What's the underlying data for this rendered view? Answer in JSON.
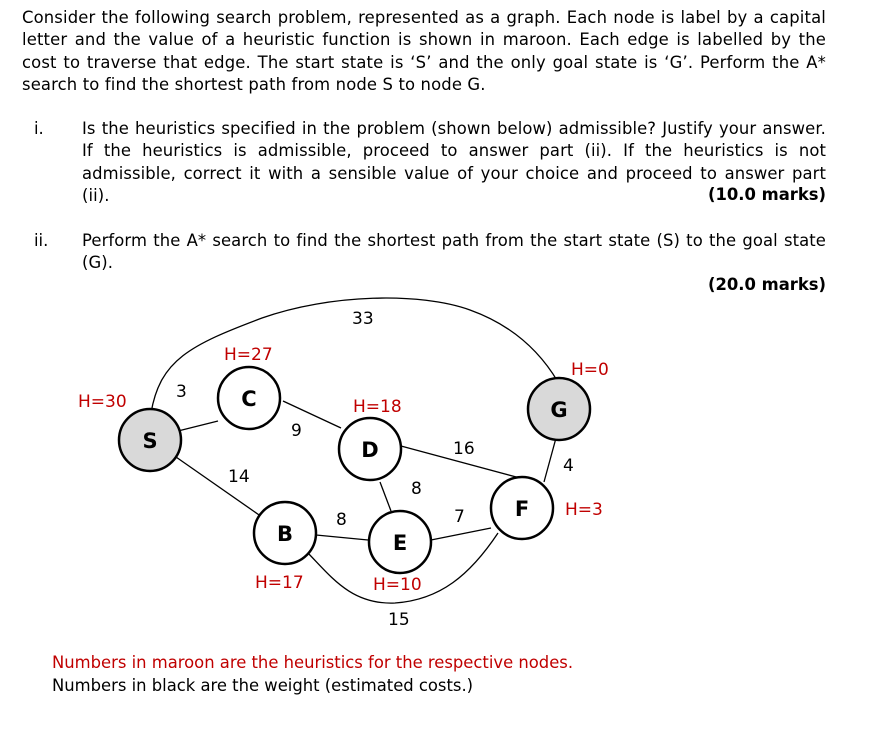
{
  "intro": "Consider the following search problem, represented as a graph. Each node is label by a capital letter and the value of a heuristic function is shown in maroon. Each edge is labelled by the cost to traverse that edge. The start state is ‘S’ and the only goal state is ‘G’. Perform the A* search to find the shortest path from node S to node G.",
  "questions": [
    {
      "num": "i.",
      "text": "Is the heuristics specified in the problem (shown below) admissible? Justify your answer. If the heuristics is admissible, proceed to answer part (ii). If the heuristics is not admissible, correct it with a sensible value of your choice and proceed to answer part (ii).",
      "marks": "(10.0 marks)"
    },
    {
      "num": "ii.",
      "text": "Perform the A* search to find the shortest path from the start state (S) to the goal state (G).",
      "marks": "(20.0 marks)"
    }
  ],
  "graph": {
    "nodes": [
      {
        "id": "S",
        "heuristic": "H=30",
        "shaded": true
      },
      {
        "id": "C",
        "heuristic": "H=27",
        "shaded": false
      },
      {
        "id": "D",
        "heuristic": "H=18",
        "shaded": false
      },
      {
        "id": "B",
        "heuristic": "H=17",
        "shaded": false
      },
      {
        "id": "E",
        "heuristic": "H=10",
        "shaded": false
      },
      {
        "id": "F",
        "heuristic": "H=3",
        "shaded": false
      },
      {
        "id": "G",
        "heuristic": "H=0",
        "shaded": true
      }
    ],
    "edges": [
      {
        "from": "S",
        "to": "C",
        "weight": "3"
      },
      {
        "from": "S",
        "to": "G",
        "weight": "33"
      },
      {
        "from": "S",
        "to": "B",
        "weight": "14"
      },
      {
        "from": "C",
        "to": "D",
        "weight": "9"
      },
      {
        "from": "D",
        "to": "F",
        "weight": "16"
      },
      {
        "from": "D",
        "to": "E",
        "weight": "8"
      },
      {
        "from": "B",
        "to": "E",
        "weight": "8"
      },
      {
        "from": "E",
        "to": "F",
        "weight": "7"
      },
      {
        "from": "B",
        "to": "F",
        "weight": "15"
      },
      {
        "from": "F",
        "to": "G",
        "weight": "4"
      }
    ]
  },
  "legend": {
    "heuristic_note": "Numbers in maroon are the heuristics for the respective nodes.",
    "weight_note": "Numbers in black are the weight (estimated costs.)"
  },
  "colors": {
    "heuristic": "#c00000",
    "shaded_node": "#d9d9d9"
  }
}
